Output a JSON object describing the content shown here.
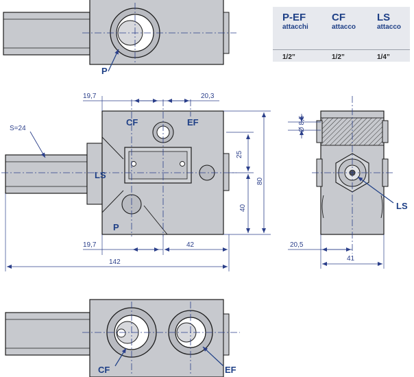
{
  "table": {
    "columns": [
      {
        "code": "P-EF",
        "sub": "attacchi",
        "size": "1/2”"
      },
      {
        "code": "CF",
        "sub": "attacco",
        "size": "1/2”"
      },
      {
        "code": "LS",
        "sub": "attacco",
        "size": "1/4”"
      }
    ]
  },
  "labels": {
    "top_p": "P",
    "front_cf": "CF",
    "front_ef": "EF",
    "front_ls": "LS",
    "front_p": "P",
    "side_ls": "LS",
    "bottom_cf": "CF",
    "bottom_ef": "EF",
    "hex": "S=24"
  },
  "dims": {
    "d_19_7_top": "19,7",
    "d_20_3": "20,3",
    "d_25": "25",
    "d_80": "80",
    "d_40": "40",
    "d_19_7_bottom": "19,7",
    "d_42": "42",
    "d_142": "142",
    "d_8_5": "Ø 8,5",
    "d_20_5": "20,5",
    "d_41": "41"
  },
  "colors": {
    "body": "#c7c9ce",
    "line": "#1b1b1b",
    "accent": "#1e3f86",
    "dim": "#2b3f8a"
  }
}
